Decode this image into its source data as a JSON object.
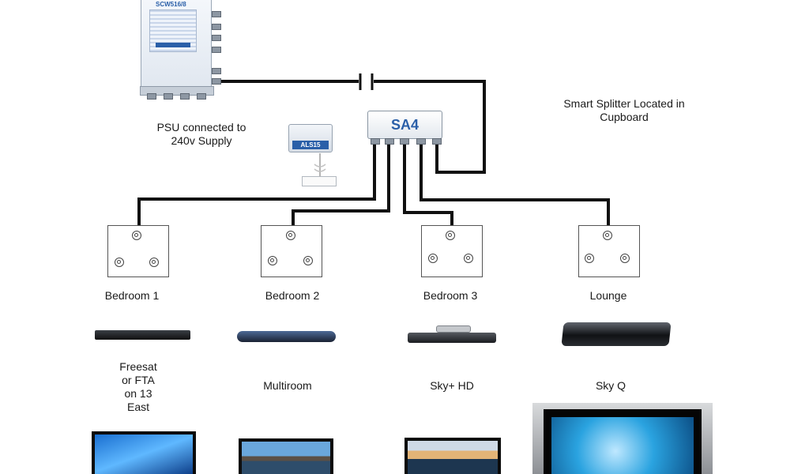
{
  "devices": {
    "multiswitch_model": "SCW516/8",
    "psu_model": "ALS15",
    "splitter_name": "SA4"
  },
  "notes": {
    "psu_line1": "PSU connected to",
    "psu_line2": "240v Supply",
    "splitter_line1": "Smart Splitter Located in",
    "splitter_line2": "Cupboard"
  },
  "rooms": [
    {
      "name": "Bedroom 1",
      "receiver": [
        "Freesat",
        "or FTA",
        "on 13",
        "East"
      ]
    },
    {
      "name": "Bedroom 2",
      "receiver": [
        "Multiroom"
      ]
    },
    {
      "name": "Bedroom 3",
      "receiver": [
        "Sky+ HD"
      ]
    },
    {
      "name": "Lounge",
      "receiver": [
        "Sky Q"
      ]
    }
  ],
  "colors": {
    "wire": "#111111",
    "brand_blue": "#2a5fa8"
  }
}
